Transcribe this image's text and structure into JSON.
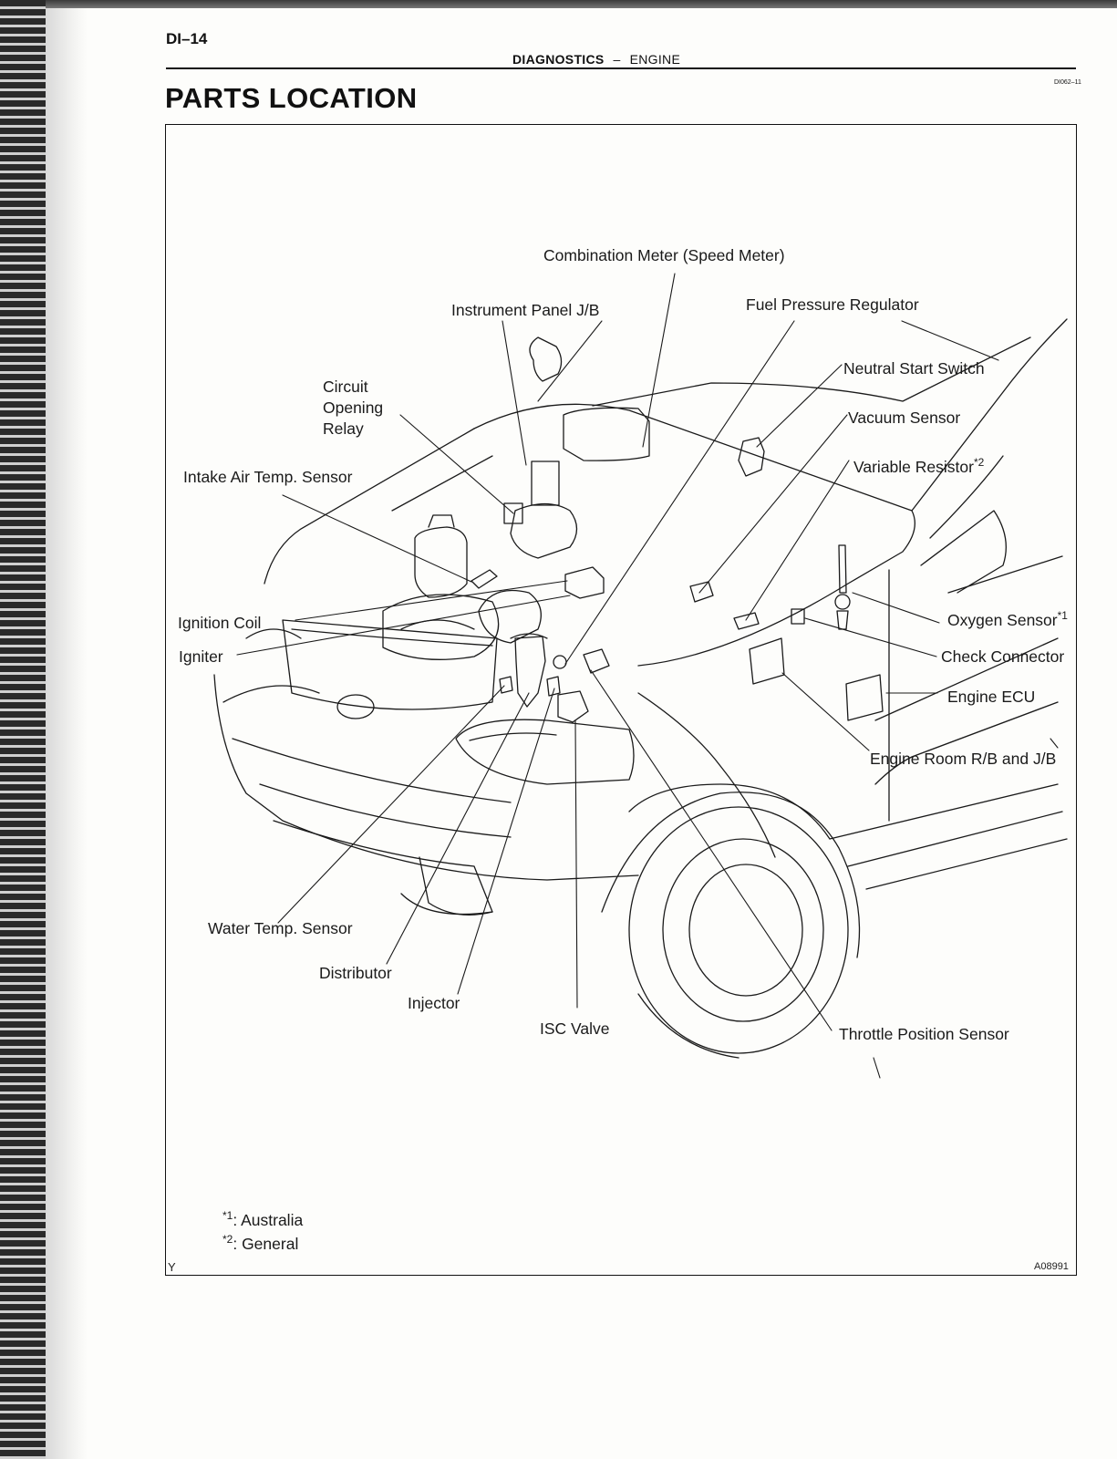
{
  "header": {
    "page_number": "DI–14",
    "section": "DIAGNOSTICS",
    "separator": "–",
    "subsection": "ENGINE",
    "doc_code": "DI062–11"
  },
  "title": "PARTS LOCATION",
  "figure": {
    "code": "A08991",
    "corner_mark": "Y",
    "labels": {
      "combination_meter": "Combination Meter (Speed Meter)",
      "instrument_panel_jb": "Instrument Panel J/B",
      "fuel_pressure_regulator": "Fuel Pressure Regulator",
      "neutral_start_switch": "Neutral Start Switch",
      "circuit_opening_relay": "Circuit\nOpening\nRelay",
      "vacuum_sensor": "Vacuum Sensor",
      "variable_resistor": "Variable Resistor",
      "variable_resistor_sup": "*2",
      "intake_air_temp_sensor": "Intake Air Temp. Sensor",
      "oxygen_sensor": "Oxygen Sensor",
      "oxygen_sensor_sup": "*1",
      "ignition_coil": "Ignition Coil",
      "check_connector": "Check Connector",
      "igniter": "Igniter",
      "engine_ecu": "Engine ECU",
      "engine_room_rb_jb": "Engine Room R/B and J/B",
      "water_temp_sensor": "Water Temp. Sensor",
      "distributor": "Distributor",
      "injector": "Injector",
      "isc_valve": "ISC Valve",
      "throttle_position_sensor": "Throttle Position Sensor"
    },
    "footnotes": [
      {
        "mark": "*1",
        "text": ": Australia"
      },
      {
        "mark": "*2",
        "text": ": General"
      }
    ]
  },
  "colors": {
    "ink": "#111111",
    "paper": "#fdfdfb"
  }
}
